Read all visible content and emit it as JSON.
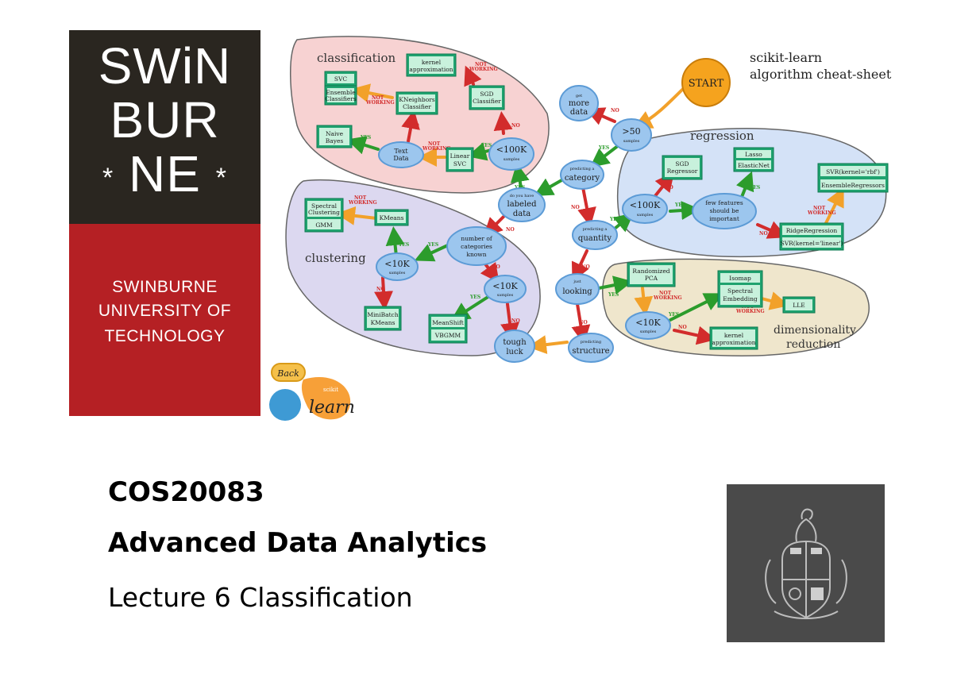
{
  "logo": {
    "line1": "SWiN",
    "line2": "BUR",
    "line3": "NE",
    "star": "*",
    "university": [
      "SWINBURNE",
      "UNIVERSITY OF",
      "TECHNOLOGY"
    ]
  },
  "cheatsheet": {
    "title1": "scikit-learn",
    "title2": "algorithm cheat-sheet",
    "start": "START",
    "back": "Back",
    "brand_small": "scikit",
    "brand_big": "learn",
    "regions": {
      "classification": "classification",
      "clustering": "clustering",
      "regression": "regression",
      "dim1": "dimensionality",
      "dim2": "reduction"
    },
    "nodes": {
      "svc": "SVC",
      "ensemble1": "Ensemble",
      "ensemble2": "Classifiers",
      "kernel_approx1": "kernel",
      "kernel_approx2": "approximation",
      "kneighbors1": "KNeighbors",
      "kneighbors2": "Classifier",
      "sgd_clf1": "SGD",
      "sgd_clf2": "Classifier",
      "naive1": "Naive",
      "naive2": "Bayes",
      "text1": "Text",
      "text2": "Data",
      "linear_svc1": "Linear",
      "linear_svc2": "SVC",
      "lt100k": "<100K",
      "samples": "samples",
      "get": "get",
      "more": "more",
      "data": "data",
      "gt50": ">50",
      "predicting_a": "predicting a",
      "category": "category",
      "do_you_have": "do you have",
      "labeled": "labeled",
      "quantity": "quantity",
      "sgd_reg1": "SGD",
      "sgd_reg2": "Regressor",
      "lasso": "Lasso",
      "elasticnet": "ElasticNet",
      "svr_rbf": "SVR(kernel='rbf')",
      "ensemble_reg": "EnsembleRegressors",
      "few1": "few features",
      "few2": "should be",
      "few3": "important",
      "ridge": "RidgeRegression",
      "svr_linear": "SVR(kernel='linear')",
      "spectral_clust1": "Spectral",
      "spectral_clust2": "Clustering",
      "gmm": "GMM",
      "kmeans": "KMeans",
      "num1": "number of",
      "num2": "categories",
      "num3": "known",
      "lt10k": "<10K",
      "minibatch1": "MiniBatch",
      "minibatch2": "KMeans",
      "meanshift": "MeanShift",
      "vbgmm": "VBGMM",
      "tough": "tough",
      "luck": "luck",
      "predicting": "predicting",
      "structure": "structure",
      "just": "just",
      "looking": "looking",
      "rpca1": "Randomized",
      "rpca2": "PCA",
      "isomap": "Isomap",
      "spectral_emb1": "Spectral",
      "spectral_emb2": "Embedding",
      "lle": "LLE",
      "kernel_approx_dim1": "kernel",
      "kernel_approx_dim2": "approximation"
    },
    "edges": {
      "yes": "YES",
      "no": "NO",
      "not": "NOT",
      "working": "WORKING"
    }
  },
  "course": {
    "code": "COS20083",
    "title": "Advanced Data Analytics",
    "lecture": "Lecture 6 Classification"
  },
  "colors": {
    "logo_dark": "#2a2620",
    "logo_red": "#b52024",
    "classification_bg": "#f7d2d2",
    "clustering_bg": "#dcd8f0",
    "regression_bg": "#d4e2f7",
    "dimred_bg": "#efe6cc",
    "node_green": "#1fa36f",
    "node_blue": "#9cc6ee",
    "start_orange": "#f5a31e",
    "yes_green": "#2c9c2c",
    "no_red": "#d22c2c",
    "notworking_orange": "#f2a12a"
  }
}
